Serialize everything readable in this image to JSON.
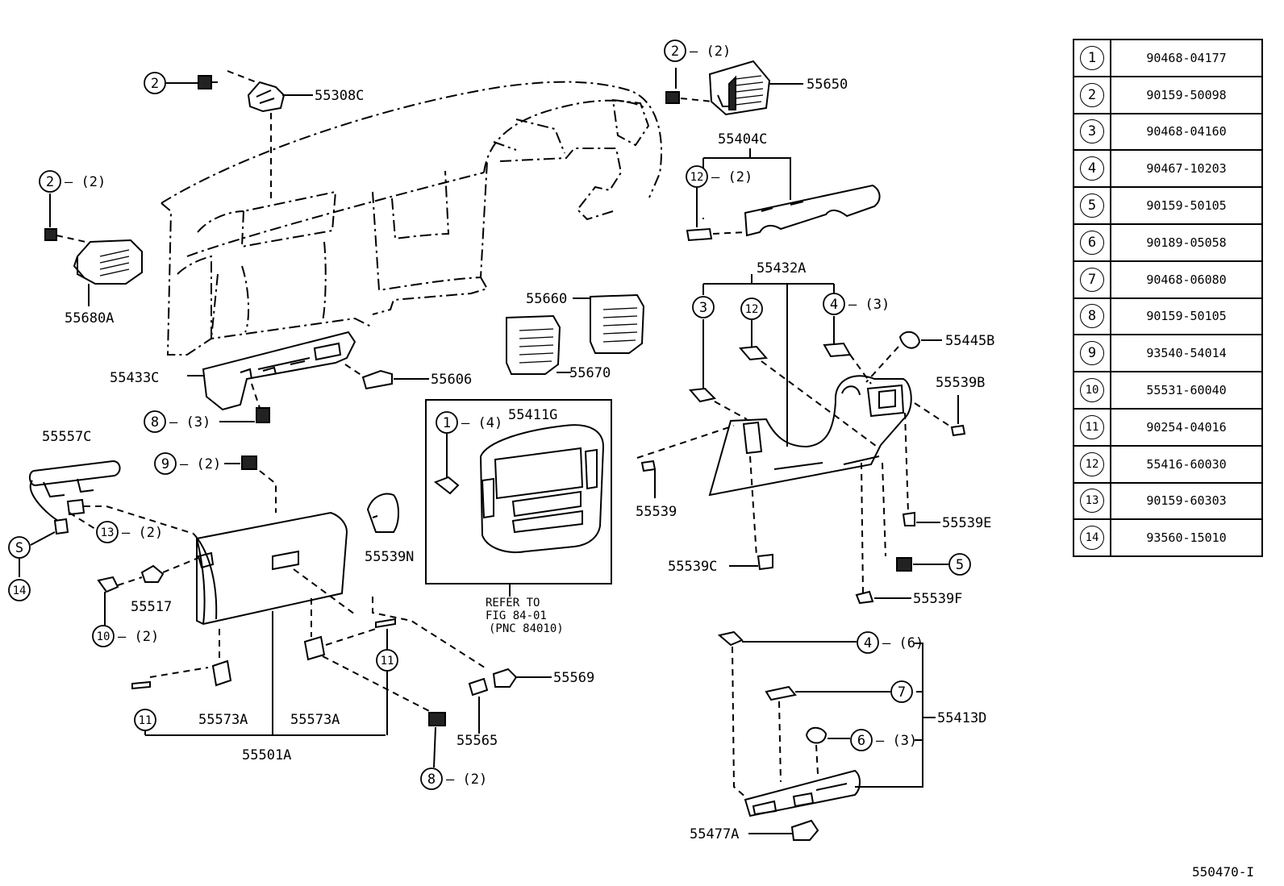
{
  "callouts": [
    {
      "n": "2",
      "qty": ""
    },
    {
      "n": "2",
      "qty": "(2)"
    },
    {
      "n": "2",
      "qty": "(2)"
    },
    {
      "n": "12",
      "qty": "(2)"
    },
    {
      "n": "3",
      "qty": ""
    },
    {
      "n": "12",
      "qty": ""
    },
    {
      "n": "4",
      "qty": "(3)"
    },
    {
      "n": "8",
      "qty": "(3)"
    },
    {
      "n": "1",
      "qty": "(4)"
    },
    {
      "n": "9",
      "qty": "(2)"
    },
    {
      "n": "13",
      "qty": "(2)"
    },
    {
      "n": "S",
      "qty": ""
    },
    {
      "n": "14",
      "qty": ""
    },
    {
      "n": "10",
      "qty": "(2)"
    },
    {
      "n": "11",
      "qty": ""
    },
    {
      "n": "11",
      "qty": ""
    },
    {
      "n": "8",
      "qty": "(2)"
    },
    {
      "n": "5",
      "qty": ""
    },
    {
      "n": "4",
      "qty": "(6)"
    },
    {
      "n": "7",
      "qty": ""
    },
    {
      "n": "6",
      "qty": "(3)"
    }
  ],
  "part_labels": [
    "55308C",
    "55650",
    "55404C",
    "55680A",
    "55432A",
    "55445B",
    "55660",
    "55670",
    "55433C",
    "55606",
    "55539B",
    "55411G",
    "55557C",
    "55539",
    "55539E",
    "55539N",
    "55517",
    "55539C",
    "55539F",
    "55569",
    "55573A",
    "55573A",
    "55565",
    "55501A",
    "55413D",
    "55477A"
  ],
  "refer_note": [
    "REFER TO",
    "FIG 84-01",
    "(PNC 84010)"
  ],
  "legend": [
    {
      "n": "1",
      "part": "90468-04177"
    },
    {
      "n": "2",
      "part": "90159-50098"
    },
    {
      "n": "3",
      "part": "90468-04160"
    },
    {
      "n": "4",
      "part": "90467-10203"
    },
    {
      "n": "5",
      "part": "90159-50105"
    },
    {
      "n": "6",
      "part": "90189-05058"
    },
    {
      "n": "7",
      "part": "90468-06080"
    },
    {
      "n": "8",
      "part": "90159-50105"
    },
    {
      "n": "9",
      "part": "93540-54014"
    },
    {
      "n": "10",
      "part": "55531-60040"
    },
    {
      "n": "11",
      "part": "90254-04016"
    },
    {
      "n": "12",
      "part": "55416-60030"
    },
    {
      "n": "13",
      "part": "90159-60303"
    },
    {
      "n": "14",
      "part": "93560-15010"
    }
  ],
  "footer_code": "550470-I"
}
